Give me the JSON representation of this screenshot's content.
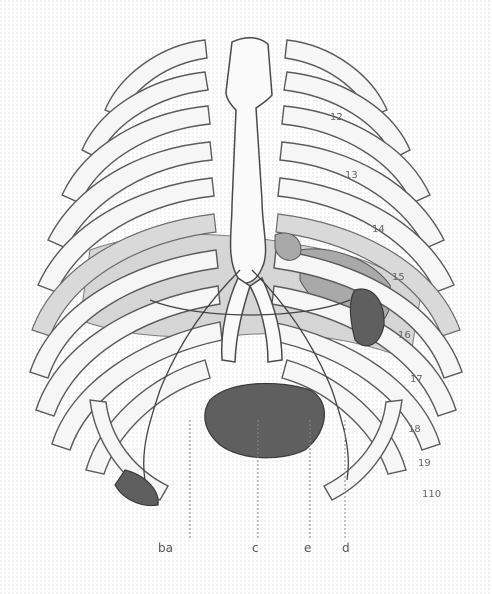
{
  "figure": {
    "rib_labels": [
      "12",
      "13",
      "14",
      "15",
      "16",
      "17",
      "18",
      "19",
      "110"
    ],
    "bottom_labels": [
      "ba",
      "c",
      "e",
      "d"
    ],
    "colors": {
      "ink": "#4a4a4a",
      "organ_dark": "#5f5f5f",
      "organ_mid": "#a9a9a9",
      "organ_light": "#cfcfcf"
    }
  }
}
